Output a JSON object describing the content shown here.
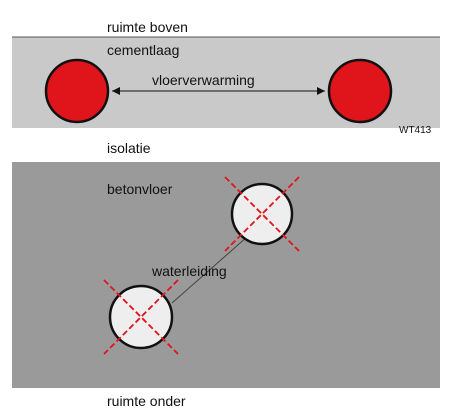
{
  "labels": {
    "top_space": "ruimte boven",
    "cement_layer": "cementlaag",
    "floor_heating": "vloerverwarming",
    "code": "WT413",
    "insulation": "isolatie",
    "concrete_floor": "betonvloer",
    "water_pipe": "waterleiding",
    "bottom_space": "ruimte onder"
  },
  "colors": {
    "background": "#ffffff",
    "cement_layer": "#c9c9c9",
    "concrete_floor": "#9a9a9a",
    "heating_pipe_fill": "#e0141b",
    "water_pipe_fill": "#eeeeee",
    "cross": "#e0141b",
    "outline": "#111111"
  }
}
